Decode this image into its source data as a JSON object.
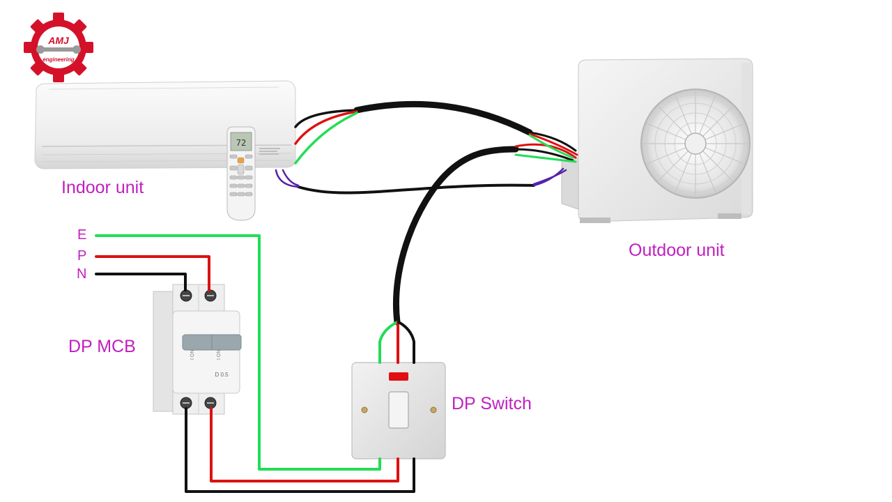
{
  "logo": {
    "brand": "AMJ",
    "sub": "engineering"
  },
  "labels": {
    "indoor_unit": "Indoor unit",
    "outdoor_unit": "Outdoor unit",
    "dp_mcb": "DP MCB",
    "dp_switch": "DP Switch"
  },
  "supply_terminals": {
    "earth": "E",
    "phase": "P",
    "neutral": "N"
  },
  "remote_display": "72",
  "mcb_markings": {
    "on_left": "I ON",
    "on_right": "I ON",
    "rating": "D 0.5"
  },
  "colors": {
    "label_text": "#c020c0",
    "earth_wire": "#22dd55",
    "phase_wire": "#dd1111",
    "neutral_wire": "#111111",
    "control_wire": "#5522aa",
    "logo_red": "#d3122a"
  }
}
